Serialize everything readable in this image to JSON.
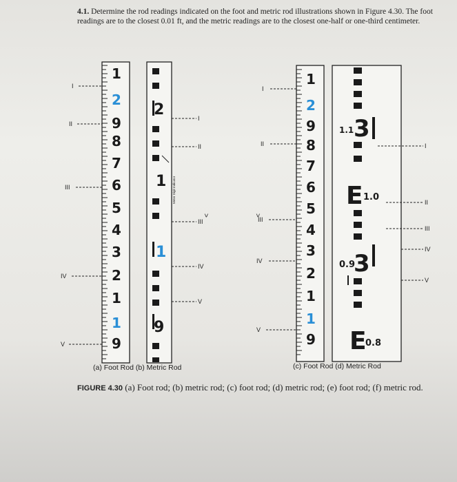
{
  "problem": {
    "number": "4.1.",
    "text": "Determine the rod readings indicated on the foot and metric rod illustrations shown in Figure 4.30. The foot readings are to the closest 0.01 ft, and the metric readings are to the closest one-half or one-third centimeter."
  },
  "rods": {
    "foot_rod_a": {
      "numbers": [
        "1",
        "2",
        "9",
        "8",
        "7",
        "6",
        "5",
        "4",
        "3",
        "2",
        "1",
        "1",
        "9"
      ],
      "pointers": [
        "I",
        "II",
        "III",
        "IV",
        "V"
      ]
    },
    "metric_rod_b": {
      "numbers": [
        "2",
        "1",
        "1",
        "9"
      ],
      "vertical_label": "Meter Digit Indicator",
      "pointers": [
        "I",
        "II",
        "III",
        "IV",
        "V"
      ]
    },
    "foot_rod_c": {
      "numbers": [
        "1",
        "2",
        "9",
        "8",
        "7",
        "6",
        "5",
        "4",
        "3",
        "2",
        "1",
        "1",
        "9"
      ],
      "pointers": [
        "I",
        "II",
        "III",
        "IV",
        "V"
      ]
    },
    "metric_rod_d": {
      "labels": [
        "1.1",
        "1.0",
        "0.9",
        "0.8"
      ],
      "numbers": [
        "3",
        "3"
      ],
      "pointers": [
        "I",
        "II",
        "III",
        "IV",
        "V"
      ]
    }
  },
  "captions": {
    "ab": "(a) Foot Rod  (b) Metric Rod",
    "cd": "(c) Foot Rod   (d) Metric Rod"
  },
  "figure_caption": {
    "label": "FIGURE 4.30",
    "text": " (a) Foot rod; (b) metric rod; (c) foot rod; (d) metric rod; (e) foot rod; (f) metric rod."
  },
  "colors": {
    "rod_black": "#1a1a1a",
    "highlight_blue": "#2a8fd6",
    "paper": "#eeeeea"
  }
}
